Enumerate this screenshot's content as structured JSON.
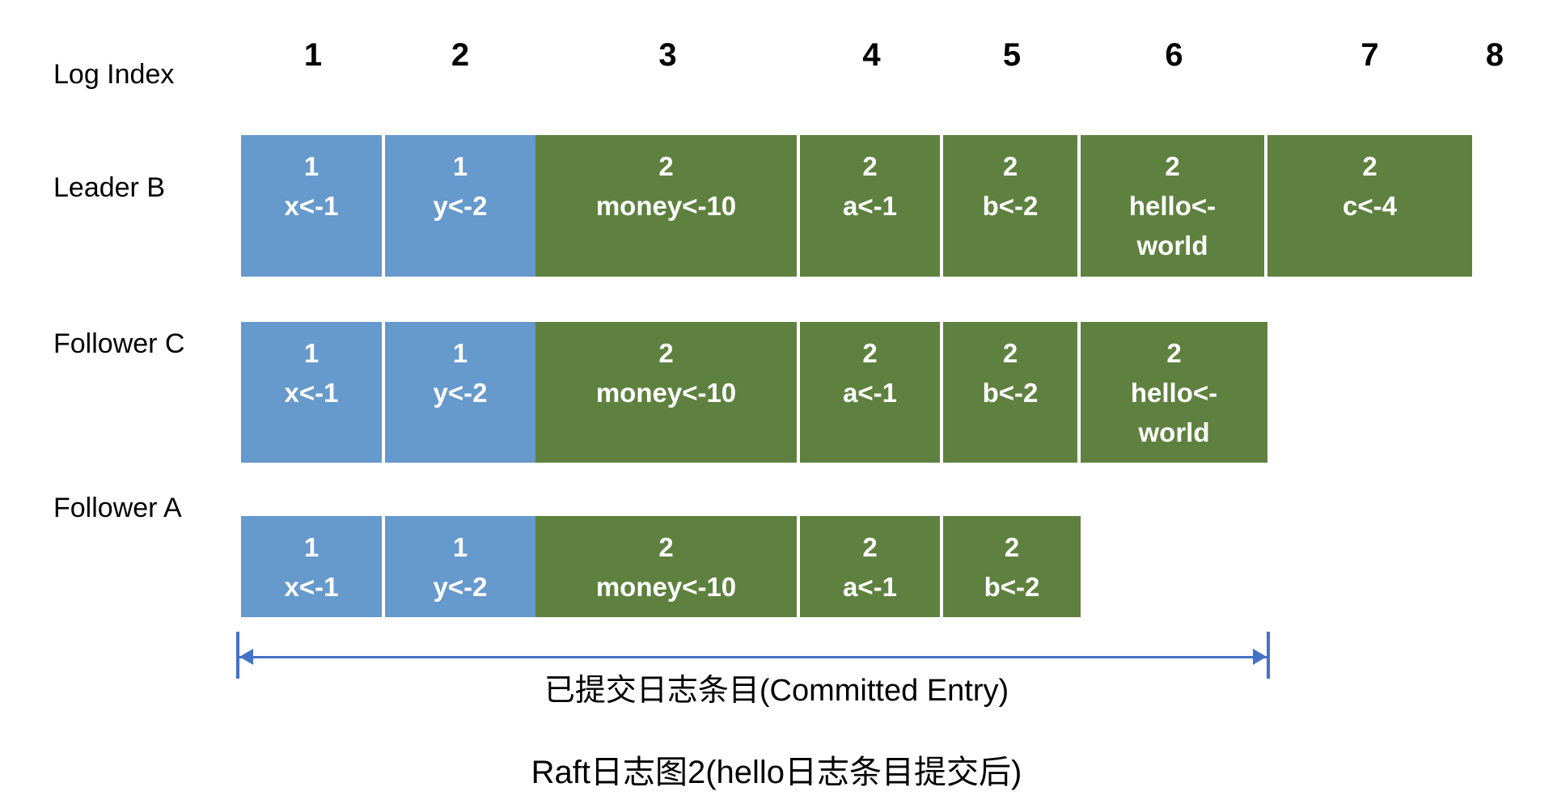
{
  "figure": {
    "log_index_label": "Log Index",
    "index_numbers": [
      "1",
      "2",
      "3",
      "4",
      "5",
      "6",
      "7",
      "8"
    ],
    "committed_label": "已提交日志条目(Committed Entry)",
    "title": "Raft日志图2(hello日志条目提交后)"
  },
  "colors": {
    "term1_blue": "#6699CC",
    "term2_green": "#5F8140",
    "arrow_blue": "#4472C4",
    "cell_text": "#FFFFFF",
    "label_text": "#000000"
  },
  "rows": [
    {
      "label": "Leader B",
      "entries": [
        {
          "term": "1",
          "command_lines": [
            "x<-1"
          ]
        },
        {
          "term": "1",
          "command_lines": [
            "y<-2"
          ]
        },
        {
          "term": "2",
          "command_lines": [
            "money<-10"
          ]
        },
        {
          "term": "2",
          "command_lines": [
            "a<-1"
          ]
        },
        {
          "term": "2",
          "command_lines": [
            "b<-2"
          ]
        },
        {
          "term": "2",
          "command_lines": [
            "hello<-",
            "world"
          ]
        },
        {
          "term": "2",
          "command_lines": [
            "c<-4"
          ]
        }
      ]
    },
    {
      "label": "Follower C",
      "entries": [
        {
          "term": "1",
          "command_lines": [
            "x<-1"
          ]
        },
        {
          "term": "1",
          "command_lines": [
            "y<-2"
          ]
        },
        {
          "term": "2",
          "command_lines": [
            "money<-10"
          ]
        },
        {
          "term": "2",
          "command_lines": [
            "a<-1"
          ]
        },
        {
          "term": "2",
          "command_lines": [
            "b<-2"
          ]
        },
        {
          "term": "2",
          "command_lines": [
            "hello<-",
            "world"
          ]
        }
      ]
    },
    {
      "label": "Follower A",
      "entries": [
        {
          "term": "1",
          "command_lines": [
            "x<-1"
          ]
        },
        {
          "term": "1",
          "command_lines": [
            "y<-2"
          ]
        },
        {
          "term": "2",
          "command_lines": [
            "money<-10"
          ]
        },
        {
          "term": "2",
          "command_lines": [
            "a<-1"
          ]
        },
        {
          "term": "2",
          "command_lines": [
            "b<-2"
          ]
        }
      ]
    }
  ]
}
